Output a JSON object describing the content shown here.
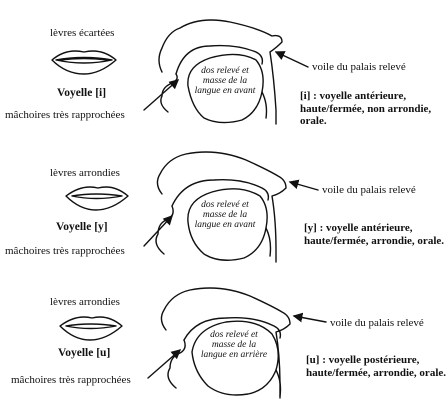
{
  "sections": [
    {
      "lips_label": "lèvres écartées",
      "vowel": "Voyelle [i]",
      "jaw": "mâchoires très rapprochées",
      "velum": "voile du palais relevé",
      "tongue": "dos relevé et masse de la langue en avant",
      "description": "[i] : voyelle antérieure, haute/fermée, non arrondie, orale."
    },
    {
      "lips_label": "lèvres arrondies",
      "vowel": "Voyelle [y]",
      "jaw": "mâchoires très rapprochées",
      "velum": "voile du palais relevé",
      "tongue": "dos relevé et masse de la langue en avant",
      "description": "[y] : voyelle antérieure, haute/fermée, arrondie, orale."
    },
    {
      "lips_label": "lèvres arrondies",
      "vowel": "Voyelle [u]",
      "jaw": "mâchoires très rapprochées",
      "velum": "voile du palais relevé",
      "tongue": "dos relevé et masse de la langue en arrière",
      "description": "[u] : voyelle postérieure, haute/fermée, arrondie, orale."
    }
  ]
}
